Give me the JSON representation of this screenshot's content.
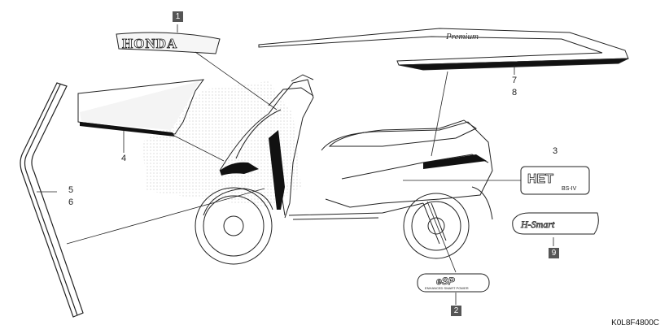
{
  "diagram_code": "K0L8F4800C",
  "callouts": {
    "c1": "1",
    "c2": "2",
    "c3": "3",
    "c4": "4",
    "c5": "5",
    "c6": "6",
    "c7": "7",
    "c8": "8",
    "c9": "9"
  },
  "emblems": {
    "honda": "HONDA",
    "premium": "Premium",
    "het_main": "HET",
    "het_sub": "BS-IV",
    "hsmart": "H-Smart",
    "esp_main": "eSP",
    "esp_sub": "ENHANCED SMART POWER"
  },
  "colors": {
    "line": "#222222",
    "box_fill": "#555555",
    "stripe_fill": "#111111",
    "stipple": "#bbbbbb"
  }
}
